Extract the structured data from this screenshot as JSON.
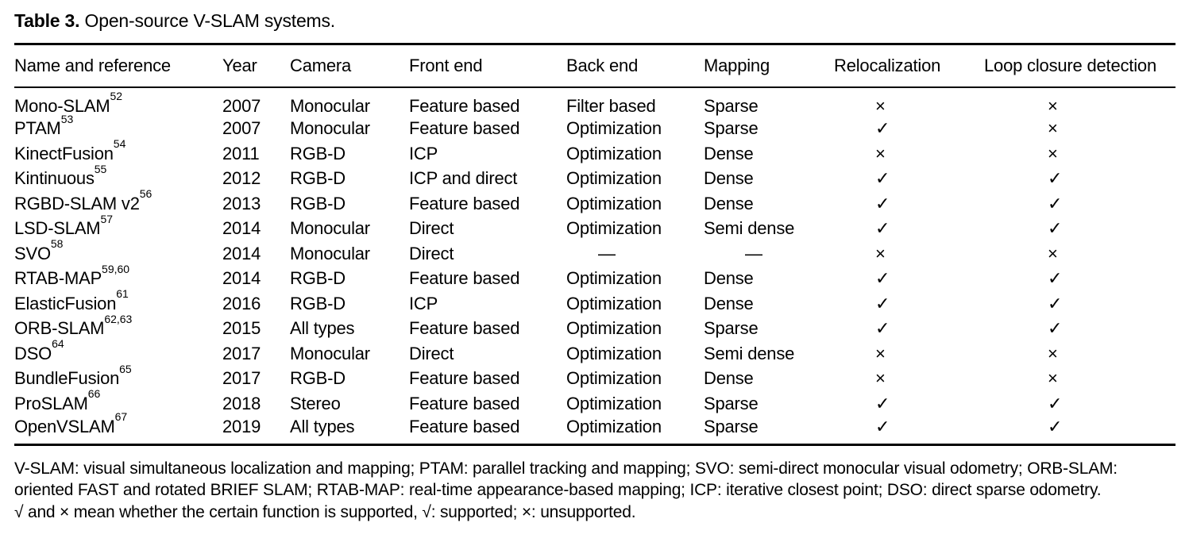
{
  "title": {
    "label": "Table 3.",
    "text": "Open-source V-SLAM systems."
  },
  "table": {
    "columns": [
      "Name and reference",
      "Year",
      "Camera",
      "Front end",
      "Back end",
      "Mapping",
      "Relocalization",
      "Loop closure detection"
    ],
    "symbols": {
      "supported": "✓",
      "unsupported": "×",
      "none": "—"
    },
    "rows": [
      {
        "name": "Mono-SLAM",
        "ref": "52",
        "year": "2007",
        "camera": "Monocular",
        "front_end": "Feature based",
        "back_end": "Filter based",
        "mapping": "Sparse",
        "relocalization": "×",
        "loop_closure": "×"
      },
      {
        "name": "PTAM",
        "ref": "53",
        "year": "2007",
        "camera": "Monocular",
        "front_end": "Feature based",
        "back_end": "Optimization",
        "mapping": "Sparse",
        "relocalization": "✓",
        "loop_closure": "×"
      },
      {
        "name": "KinectFusion",
        "ref": "54",
        "year": "2011",
        "camera": "RGB-D",
        "front_end": "ICP",
        "back_end": "Optimization",
        "mapping": "Dense",
        "relocalization": "×",
        "loop_closure": "×"
      },
      {
        "name": "Kintinuous",
        "ref": "55",
        "year": "2012",
        "camera": "RGB-D",
        "front_end": "ICP and direct",
        "back_end": "Optimization",
        "mapping": "Dense",
        "relocalization": "✓",
        "loop_closure": "✓"
      },
      {
        "name": "RGBD-SLAM v2",
        "ref": "56",
        "year": "2013",
        "camera": "RGB-D",
        "front_end": "Feature based",
        "back_end": "Optimization",
        "mapping": "Dense",
        "relocalization": "✓",
        "loop_closure": "✓"
      },
      {
        "name": "LSD-SLAM",
        "ref": "57",
        "year": "2014",
        "camera": "Monocular",
        "front_end": "Direct",
        "back_end": "Optimization",
        "mapping": "Semi dense",
        "relocalization": "✓",
        "loop_closure": "✓"
      },
      {
        "name": "SVO",
        "ref": "58",
        "year": "2014",
        "camera": "Monocular",
        "front_end": "Direct",
        "back_end": "—",
        "mapping": "—",
        "relocalization": "×",
        "loop_closure": "×"
      },
      {
        "name": "RTAB-MAP",
        "ref": "59,60",
        "year": "2014",
        "camera": "RGB-D",
        "front_end": "Feature based",
        "back_end": "Optimization",
        "mapping": "Dense",
        "relocalization": "✓",
        "loop_closure": "✓"
      },
      {
        "name": "ElasticFusion",
        "ref": "61",
        "year": "2016",
        "camera": "RGB-D",
        "front_end": "ICP",
        "back_end": "Optimization",
        "mapping": "Dense",
        "relocalization": "✓",
        "loop_closure": "✓"
      },
      {
        "name": "ORB-SLAM",
        "ref": "62,63",
        "year": "2015",
        "camera": "All types",
        "front_end": "Feature based",
        "back_end": "Optimization",
        "mapping": "Sparse",
        "relocalization": "✓",
        "loop_closure": "✓"
      },
      {
        "name": "DSO",
        "ref": "64",
        "year": "2017",
        "camera": "Monocular",
        "front_end": "Direct",
        "back_end": "Optimization",
        "mapping": "Semi dense",
        "relocalization": "×",
        "loop_closure": "×"
      },
      {
        "name": "BundleFusion",
        "ref": "65",
        "year": "2017",
        "camera": "RGB-D",
        "front_end": "Feature based",
        "back_end": "Optimization",
        "mapping": "Dense",
        "relocalization": "×",
        "loop_closure": "×"
      },
      {
        "name": "ProSLAM",
        "ref": "66",
        "year": "2018",
        "camera": "Stereo",
        "front_end": "Feature based",
        "back_end": "Optimization",
        "mapping": "Sparse",
        "relocalization": "✓",
        "loop_closure": "✓"
      },
      {
        "name": "OpenVSLAM",
        "ref": "67",
        "year": "2019",
        "camera": "All types",
        "front_end": "Feature based",
        "back_end": "Optimization",
        "mapping": "Sparse",
        "relocalization": "✓",
        "loop_closure": "✓"
      }
    ]
  },
  "footnotes": [
    "V-SLAM: visual simultaneous localization and mapping; PTAM: parallel tracking and mapping; SVO: semi-direct monocular visual odometry; ORB-SLAM:",
    "oriented FAST and rotated BRIEF SLAM; RTAB-MAP: real-time appearance-based mapping; ICP: iterative closest point; DSO: direct sparse odometry.",
    "√ and × mean whether the certain function is supported, √: supported; ×: unsupported."
  ]
}
